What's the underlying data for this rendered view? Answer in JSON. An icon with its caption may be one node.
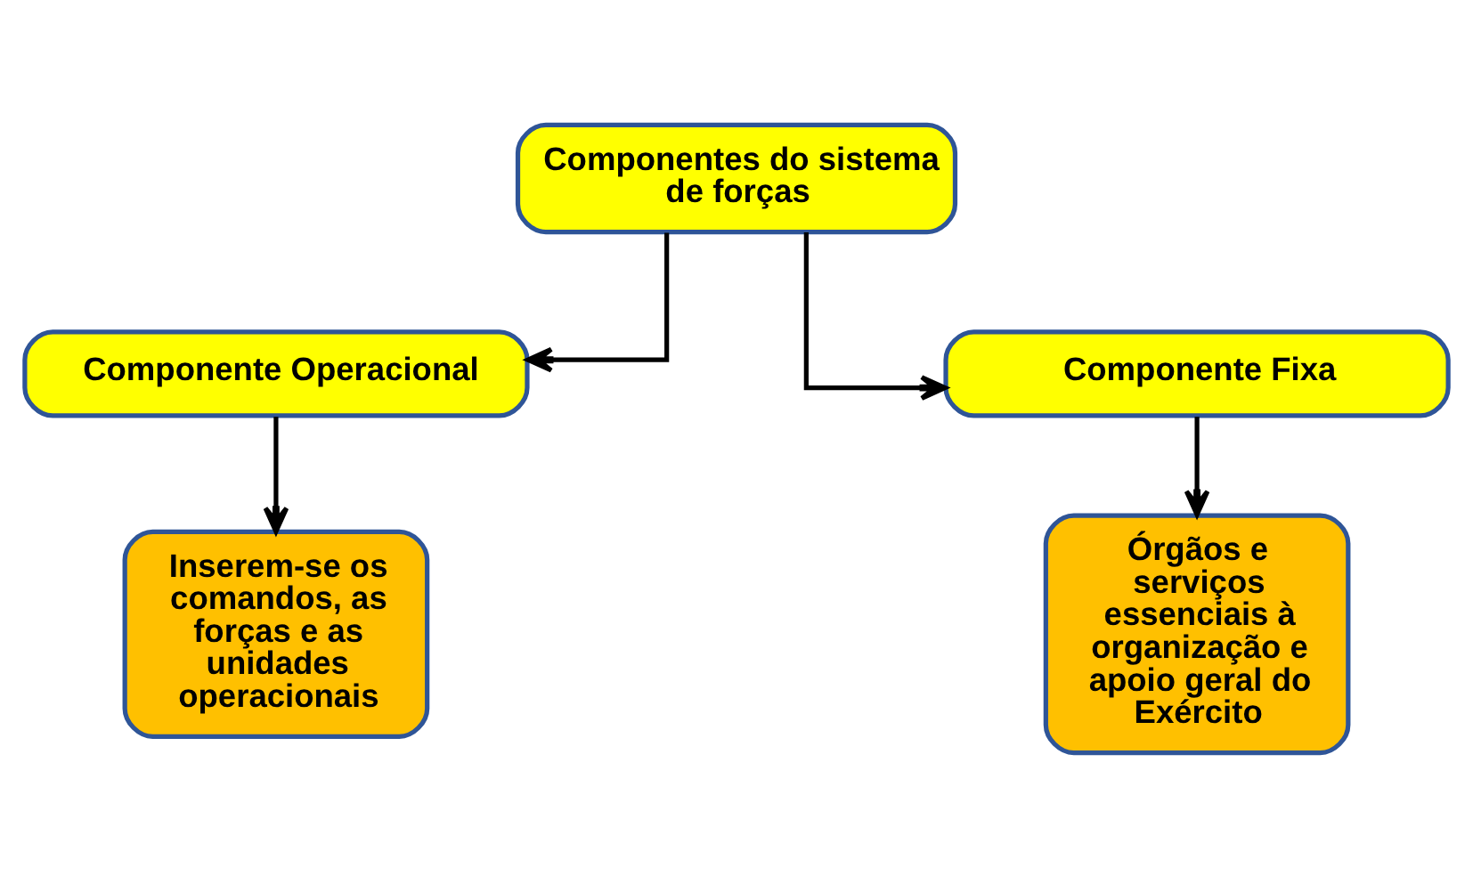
{
  "diagram": {
    "nodes": [
      {
        "text": [
          "Componentes do sistema de forças"
        ]
      },
      {
        "text": [
          "Componente Operacional"
        ]
      },
      {
        "text": [
          "Componente Fixa"
        ]
      },
      {
        "text": [
          "Inserem-se os comandos, as forças e as unidades operacionais"
        ]
      },
      {
        "text": [
          "Órgãos e serviços essenciais à organização e apoio geral do Exército"
        ]
      }
    ],
    "edges": [
      {
        "from": 0,
        "to": 1,
        "arrow": "to"
      },
      {
        "from": 0,
        "to": 2,
        "arrow": "to"
      },
      {
        "from": 1,
        "to": 3,
        "arrow": "to"
      },
      {
        "from": 2,
        "to": 4,
        "arrow": "to"
      }
    ]
  }
}
